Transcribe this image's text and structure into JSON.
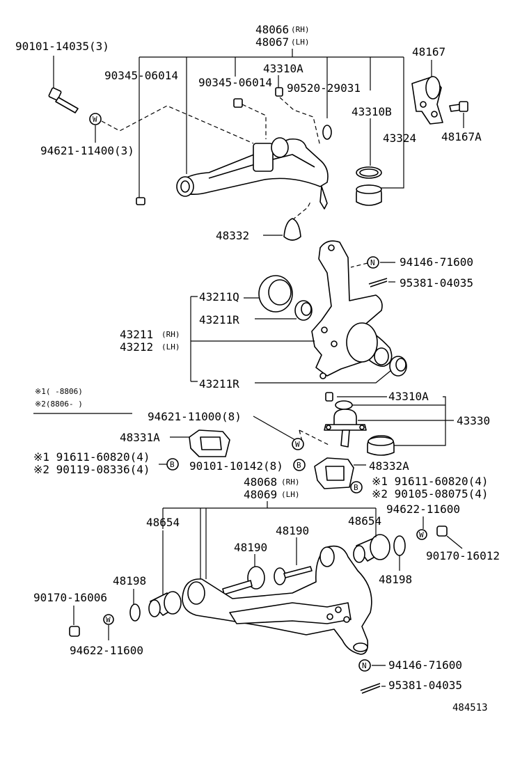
{
  "labels": {
    "l_48066": "48066",
    "l_48066_rh": "(RH)",
    "l_48067": "48067",
    "l_48067_lh": "(LH)",
    "l_90101_14035": "90101-14035(3)",
    "l_90345_06014_a": "90345-06014",
    "l_90345_06014_b": "90345-06014",
    "l_43310A_top": "43310A",
    "l_90520_29031": "90520-29031",
    "l_43310B": "43310B",
    "l_43324": "43324",
    "l_48167": "48167",
    "l_48167A": "48167A",
    "l_94621_11400": "94621-11400(3)",
    "l_48332": "48332",
    "l_94146_71600_top": "94146-71600",
    "l_95381_04035_top": "95381-04035",
    "l_43211Q": "43211Q",
    "l_43211R_a": "43211R",
    "l_43211": "43211",
    "l_43211_rh": "(RH)",
    "l_43212": "43212",
    "l_43212_lh": "(LH)",
    "l_43211R_b": "43211R",
    "l_note1": "※1(    -8806)",
    "l_note2": "※2(8806-    )",
    "l_43310A_mid": "43310A",
    "l_94621_11000": "94621-11000(8)",
    "l_43330": "43330",
    "l_48331A": "48331A",
    "l_91611_60820_left": "※1 91611-60820(4)",
    "l_90119_08336": "※2 90119-08336(4)",
    "l_90101_10142": "90101-10142(8)",
    "l_48332A": "48332A",
    "l_48068": "48068",
    "l_48068_rh": "(RH)",
    "l_48069": "48069",
    "l_48069_lh": "(LH)",
    "l_91611_60820_right": "※1 91611-60820(4)",
    "l_90105_08075": "※2 90105-08075(4)",
    "l_48654_left": "48654",
    "l_48654_right": "48654",
    "l_94622_11600_top": "94622-11600",
    "l_48190_a": "48190",
    "l_48190_b": "48190",
    "l_90170_16012": "90170-16012",
    "l_48198_left": "48198",
    "l_48198_right": "48198",
    "l_90170_16006": "90170-16006",
    "l_94622_11600_bottom": "94622-11600",
    "l_94146_71600_bottom": "94146-71600",
    "l_95381_04035_bottom": "95381-04035",
    "l_diagram_id": "484513"
  },
  "marker_letters": {
    "washer": "W",
    "nut": "N",
    "bolt": "B"
  }
}
